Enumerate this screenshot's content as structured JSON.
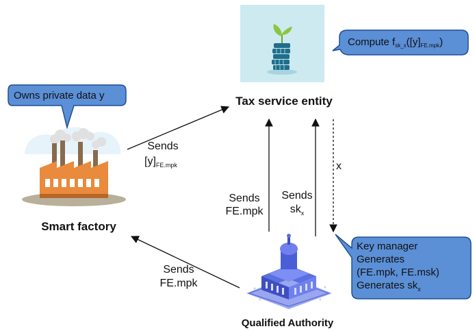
{
  "nodes": {
    "factory": {
      "label": "Smart factory"
    },
    "tax": {
      "label": "Tax service entity"
    },
    "authority": {
      "label": "Qualified Authority"
    }
  },
  "callouts": {
    "factory": "Owns private data y",
    "tax": {
      "prefix": "Compute f",
      "sub1": "sk_x",
      "mid": "([y]",
      "sub2": "FE.mpk",
      "suffix": ")"
    },
    "authority": {
      "line1": "Key manager",
      "line2": "Generates",
      "line3": "(FE.mpk, FE.msk)",
      "line4_prefix": "Generates sk",
      "line4_sub": "x"
    }
  },
  "edges": {
    "factory_to_tax": {
      "word": "Sends",
      "value": "[y]",
      "value_sub": "FE.mpk"
    },
    "authority_to_tax_mpk": {
      "word": "Sends",
      "value": "FE.mpk"
    },
    "authority_to_tax_sk": {
      "word": "Sends",
      "value": "sk",
      "value_sub": "x"
    },
    "tax_to_authority": {
      "value": "x"
    },
    "authority_to_factory": {
      "word": "Sends",
      "value": "FE.mpk"
    }
  },
  "colors": {
    "callout_fill": "#5b8fd6",
    "callout_stroke": "#1f4e95",
    "arrow": "#111111",
    "tax_panel": "#cdeaf1",
    "coin": "#1f6e8c",
    "leaf": "#8cc63f",
    "factory_wall": "#e98a3c",
    "building": "#4a5fd6"
  },
  "icons": [
    "factory-illustration",
    "coin-stack-plant-illustration",
    "government-building-illustration"
  ]
}
